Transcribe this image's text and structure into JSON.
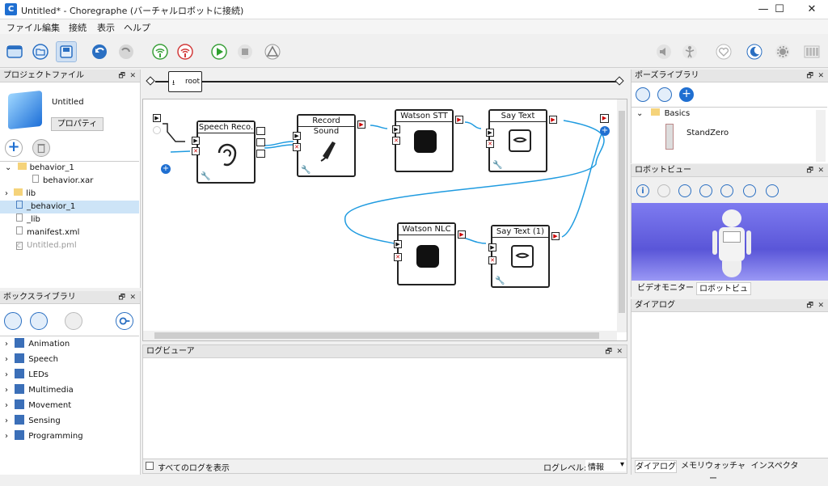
{
  "window": {
    "title": "Untitled* - Choregraphe (バーチャルロボットに接続)",
    "app_icon": "C",
    "minimize": "—",
    "maximize": "☐",
    "close": "✕"
  },
  "menu": [
    "ファイル",
    "編集",
    "接続",
    "表示",
    "ヘルプ"
  ],
  "toolbar": {
    "status_label": "停止"
  },
  "project": {
    "title": "プロジェクトファイル",
    "name": "Untitled",
    "properties_btn": "プロパティ",
    "tree": [
      {
        "label": "behavior_1"
      },
      {
        "label": "behavior.xar"
      },
      {
        "label": "lib"
      },
      {
        "label": "_behavior_1"
      },
      {
        "label": "_lib"
      },
      {
        "label": "manifest.xml"
      },
      {
        "label": "Untitled.pml"
      }
    ]
  },
  "box_library": {
    "title": "ボックスライブラリ",
    "categories": [
      "Animation",
      "Speech",
      "LEDs",
      "Multimedia",
      "Movement",
      "Sensing",
      "Programming"
    ]
  },
  "flow": {
    "root_label": "root",
    "boxes": {
      "speech": "Speech Reco.",
      "record": "Record Sound",
      "stt": "Watson STT",
      "say1": "Say Text",
      "nlc": "Watson NLC",
      "say2": "Say Text (1)"
    }
  },
  "log": {
    "title": "ログビューア",
    "show_all": "すべてのログを表示",
    "level_label": "ログレベル:",
    "level_value": "情報"
  },
  "pose": {
    "title": "ポーズライブラリ",
    "folder": "Basics",
    "item": "StandZero"
  },
  "robot_view": {
    "title": "ロボットビュー",
    "tab_video": "ビデオモニター",
    "tab_robot": "ロボットビュー"
  },
  "dialog": {
    "title": "ダイアログ",
    "tabs": [
      "ダイアログ",
      "メモリウォッチャー",
      "インスペクタ"
    ]
  },
  "colors": {
    "accent": "#1f6fd1",
    "link": "#2e8fe0",
    "viewport": "#5a56d8"
  }
}
